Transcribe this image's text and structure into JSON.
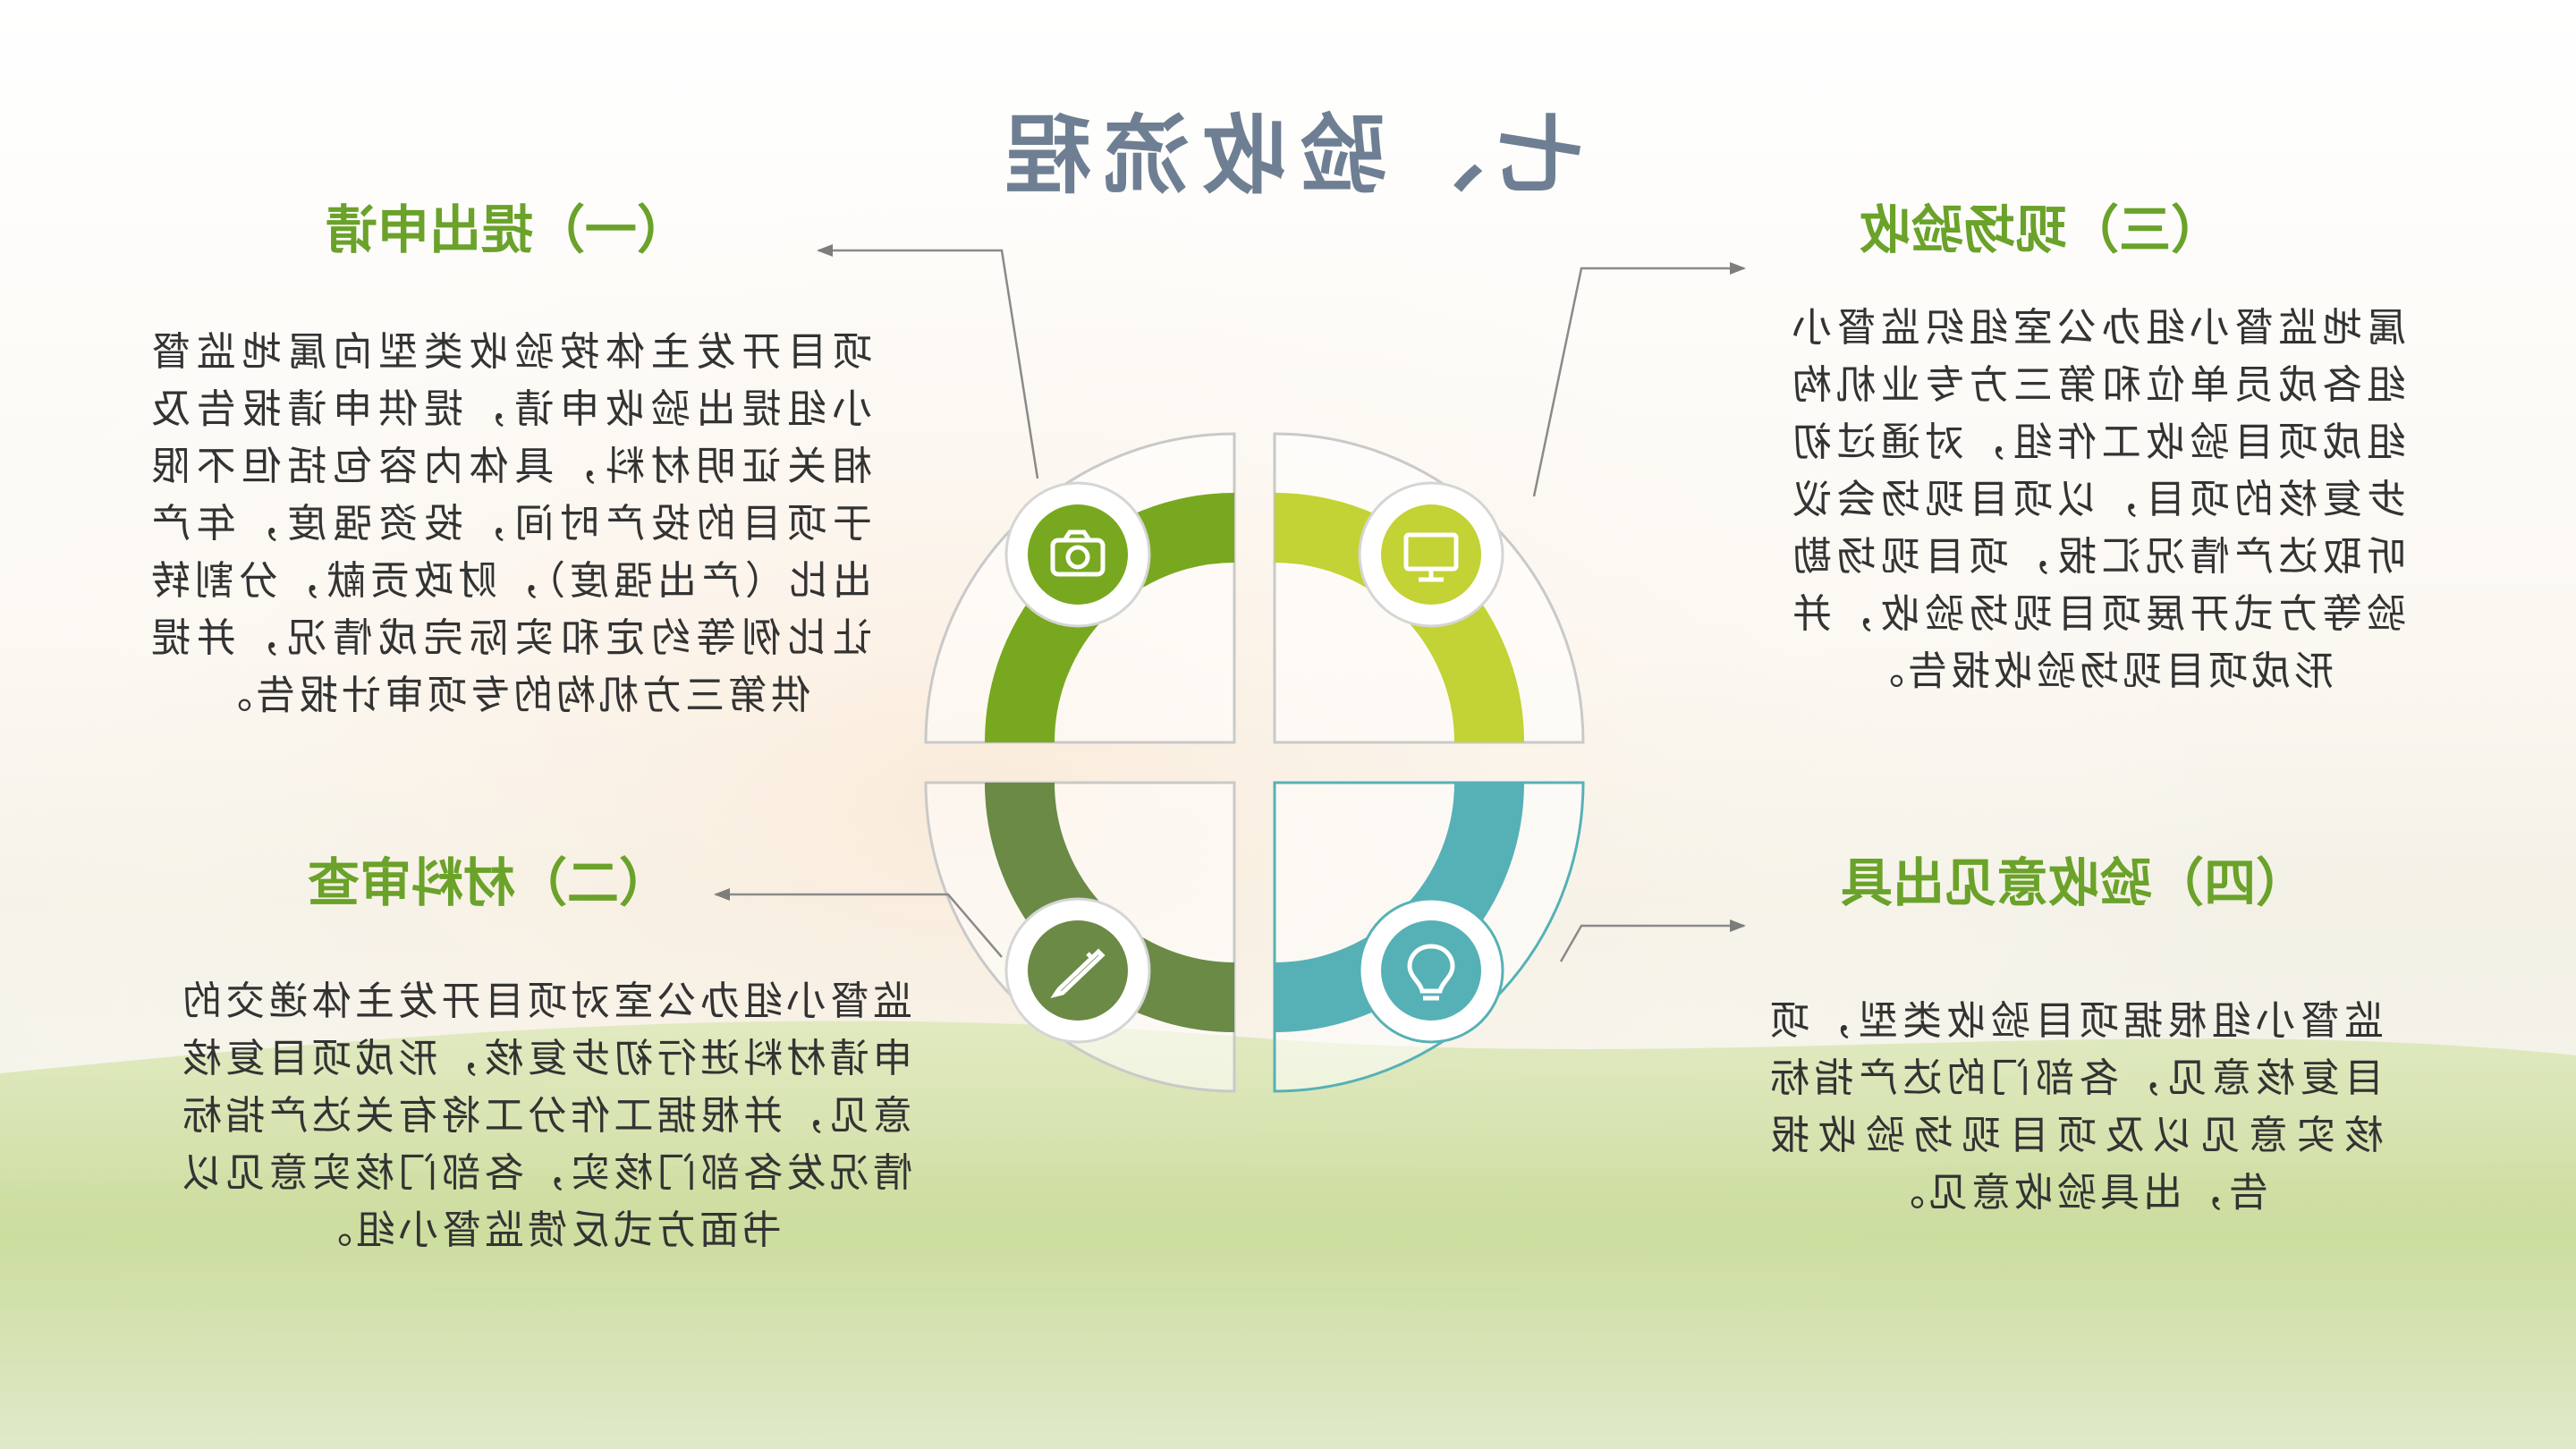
{
  "title": "七、验收流程",
  "colors": {
    "green_light": "#c3d234",
    "green": "#78a81f",
    "green_dark": "#6a8a45",
    "teal": "#56b1b6",
    "title": "#6f7f93",
    "heading": "#6aa22a"
  },
  "steps": [
    {
      "heading": "（一）提出申请",
      "icon": "camera-icon",
      "text": "项目开发主体按验收类型向属地监督小组提出验收申请，提供申请报告及相关证明材料，具体内容包括但不限于项目的投产时间，投资强度，年产出比（产出强度），财政贡献，分割转让比例等约定和实际完成情况，并提供第三方机构的专项审计报告。"
    },
    {
      "heading": "（二）材料审查",
      "icon": "pencil-icon",
      "text": "监督小组办公室对项目开发主体递交的申请材料进行初步复核，形成项目复核意见，并根据工作分工将有关达产指标情况发各部门核实，各部门核实意见以书面方式反馈监督小组。"
    },
    {
      "heading": "（三）现场验收",
      "icon": "monitor-icon",
      "text": "属地监督小组办公室组织监督小组各成员单位和第三方专业机构组成项目验收工作组，对通过初步复核的项目，以项目现场会议听取达产情况汇报，项目现场勘验等方式开展项目现场验收，并形成项目现场验收报告。"
    },
    {
      "heading": "（四）验收意见出具",
      "icon": "lightbulb-icon",
      "text": "监督小组根据项目验收类型，项目复核意见，各部门的达产指标核实意见以及项目现场验收报告，出具验收意见。"
    }
  ]
}
